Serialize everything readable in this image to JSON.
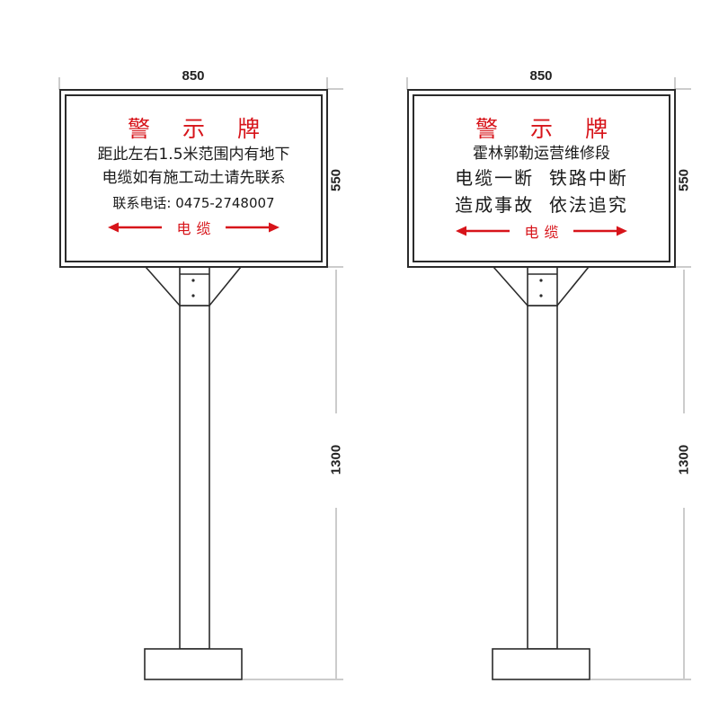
{
  "colors": {
    "line": "#2b2b2b",
    "dimension_line": "#9a9a9a",
    "warning_red": "#d7141a",
    "text": "#1a1a1a",
    "background": "#ffffff"
  },
  "signs": [
    {
      "dimensions": {
        "width": "850",
        "height": "550",
        "post_height": "1300"
      },
      "panel": {
        "title": "警 示 牌",
        "lines": [
          "距此左右1.5米范围内有地下",
          "电缆如有施工动土请先联系",
          "联系电话: 0475-2748007"
        ],
        "cable_label": "电缆",
        "left_arrow_icon": "arrow-left-icon",
        "right_arrow_icon": "arrow-right-icon"
      }
    },
    {
      "dimensions": {
        "width": "850",
        "height": "550",
        "post_height": "1300"
      },
      "panel": {
        "title": "警 示 牌",
        "lines": [
          "霍林郭勒运营维修段",
          "电缆一断  铁路中断",
          "造成事故  依法追究"
        ],
        "cable_label": "电缆",
        "left_arrow_icon": "arrow-left-icon",
        "right_arrow_icon": "arrow-right-icon"
      }
    }
  ]
}
